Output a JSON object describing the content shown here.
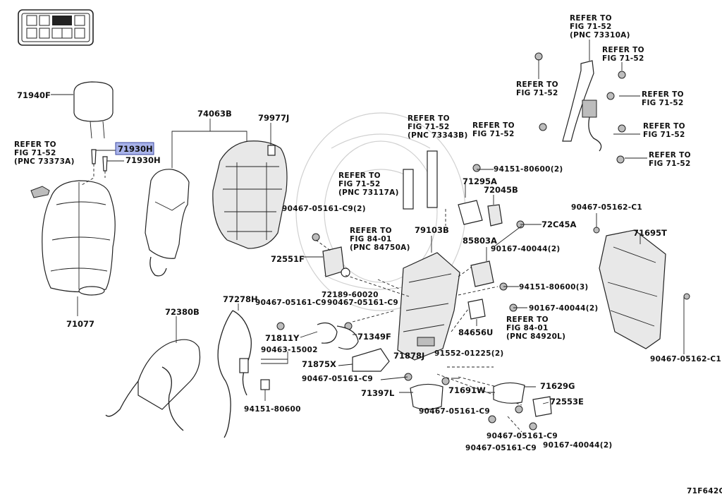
{
  "labels": {
    "l71940F": "71940F",
    "l71930H_a": "71930H",
    "l71930H_b": "71930H",
    "l74063B": "74063B",
    "l79977J": "79977J",
    "l71077": "71077",
    "l72380B": "72380B",
    "l77278H": "77278H",
    "l90467_05161_C9_2": "90467-05161-C9(2)",
    "l72551F": "72551F",
    "l72189_60020": "72189-60020",
    "l90467_05161_C9_a": "90467-05161-C9",
    "l90467_05161_C9_b": "90467-05161-C9",
    "l71811Y": "71811Y",
    "l71349F": "71349F",
    "l90463_15002": "90463-15002",
    "l71875X": "71875X",
    "l71878J": "71878J",
    "l90467_05161_C9_c": "90467-05161-C9",
    "l71397L": "71397L",
    "l94151_80600": "94151-80600",
    "l79103B": "79103B",
    "l94151_80600_2": "94151-80600(2)",
    "l71295A": "71295A",
    "l72045B": "72045B",
    "l72C45A": "72C45A",
    "l90167_40044_2a": "90167-40044(2)",
    "l85803A": "85803A",
    "l94151_80600_3": "94151-80600(3)",
    "l90167_40044_2b": "90167-40044(2)",
    "l84656U": "84656U",
    "l91552_01225_2": "91552-01225(2)",
    "l71691W": "71691W",
    "l71629G": "71629G",
    "l72553E": "72553E",
    "l90467_05161_C9_d": "90467-05161-C9",
    "l90467_05161_C9_e": "90467-05161-C9",
    "l90467_05161_C9_f": "90467-05161-C9",
    "l90167_40044_2c": "90167-40044(2)",
    "l90467_05162_C1_a": "90467-05162-C1",
    "l71695T": "71695T",
    "l90467_05162_C1_b": "90467-05162-C1",
    "diagram_code": "71F642C"
  },
  "refs": {
    "r1": [
      "REFER TO",
      "FIG 71-52",
      "(PNC 73373A)"
    ],
    "r2": [
      "REFER TO",
      "FIG 71-52",
      "(PNC 73117A)"
    ],
    "r3": [
      "REFER TO",
      "FIG 71-52",
      "(PNC 73343B)"
    ],
    "r4": [
      "REFER TO",
      "FIG 84-01",
      "(PNC 84750A)"
    ],
    "r5": [
      "REFER TO",
      "FIG 71-52",
      "(PNC 73310A)"
    ],
    "r6": [
      "REFER TO",
      "FIG 71-52"
    ],
    "r7": [
      "REFER TO",
      "FIG 71-52"
    ],
    "r8": [
      "REFER TO",
      "FIG 71-52"
    ],
    "r9": [
      "REFER TO",
      "FIG 71-52"
    ],
    "r10": [
      "REFER TO",
      "FIG 71-52"
    ],
    "r11": [
      "REFER TO",
      "FIG 71-52"
    ],
    "r12": [
      "REFER TO",
      "FIG 84-01",
      "(PNC 84920L)"
    ]
  },
  "colors": {
    "highlight": "#a9b3ea",
    "ink": "#222222",
    "watermark": "#d0d0d0"
  },
  "icons": {
    "seat_locator": "seat-position-icon"
  }
}
